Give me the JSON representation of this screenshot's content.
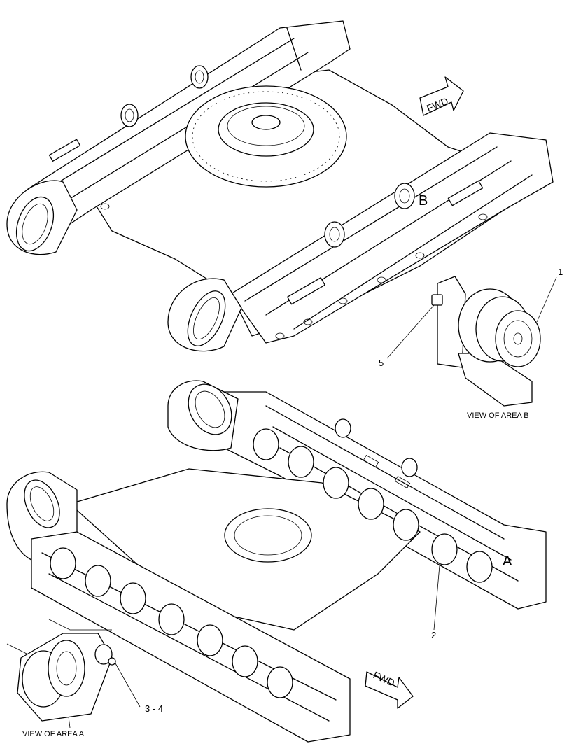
{
  "callouts": {
    "c1": "1",
    "c2": "2",
    "c34": "3 - 4",
    "c5": "5"
  },
  "area_markers": {
    "a": "A",
    "b": "B"
  },
  "captions": {
    "view_a": "VIEW OF AREA A",
    "view_b": "VIEW OF AREA B"
  },
  "arrows": {
    "fwd_top": "FWD",
    "fwd_bottom": "FWD"
  }
}
